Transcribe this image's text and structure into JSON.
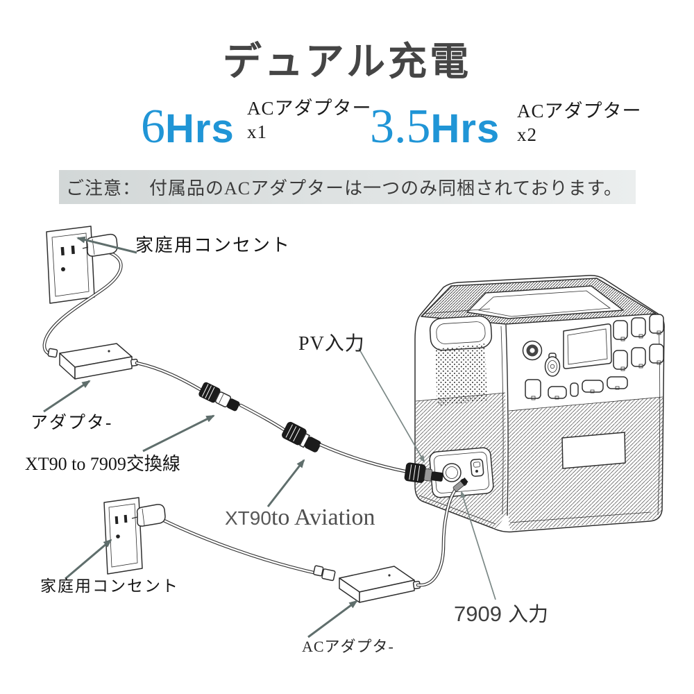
{
  "header": {
    "title": "デュアル充電",
    "charge_options": [
      {
        "hours": "6",
        "unit": "Hrs",
        "adapter": "ACアダプター",
        "quantity": "x1"
      },
      {
        "hours": "3.5",
        "unit": "Hrs",
        "adapter": "ACアダプター",
        "quantity": "x2"
      }
    ]
  },
  "notice": {
    "label": "ご注意：",
    "text": "付属品のACアダプターは一つのみ同梱されております。"
  },
  "diagram": {
    "labels": {
      "outlet_top": "家庭用コンセント",
      "adapter_top": "アダプタ-",
      "conversion_cable": "XT90 to 7909交換線",
      "pv_input": "PV入力",
      "aviation_prefix": "XT90",
      "aviation_suffix": " to Aviation",
      "outlet_bottom": "家庭用コンセント",
      "adapter_bottom": "ACアダプタ-",
      "input7909_num": "7909",
      "input7909_label": "入力"
    }
  },
  "colors": {
    "accent_blue": "#2095d6",
    "title_gray": "#454545",
    "arrow_gray": "#5f6e6c",
    "line_dark": "#2e2e2e",
    "notice_bg_left": "#d2d7d7",
    "notice_bg_right": "#ebeeee"
  }
}
